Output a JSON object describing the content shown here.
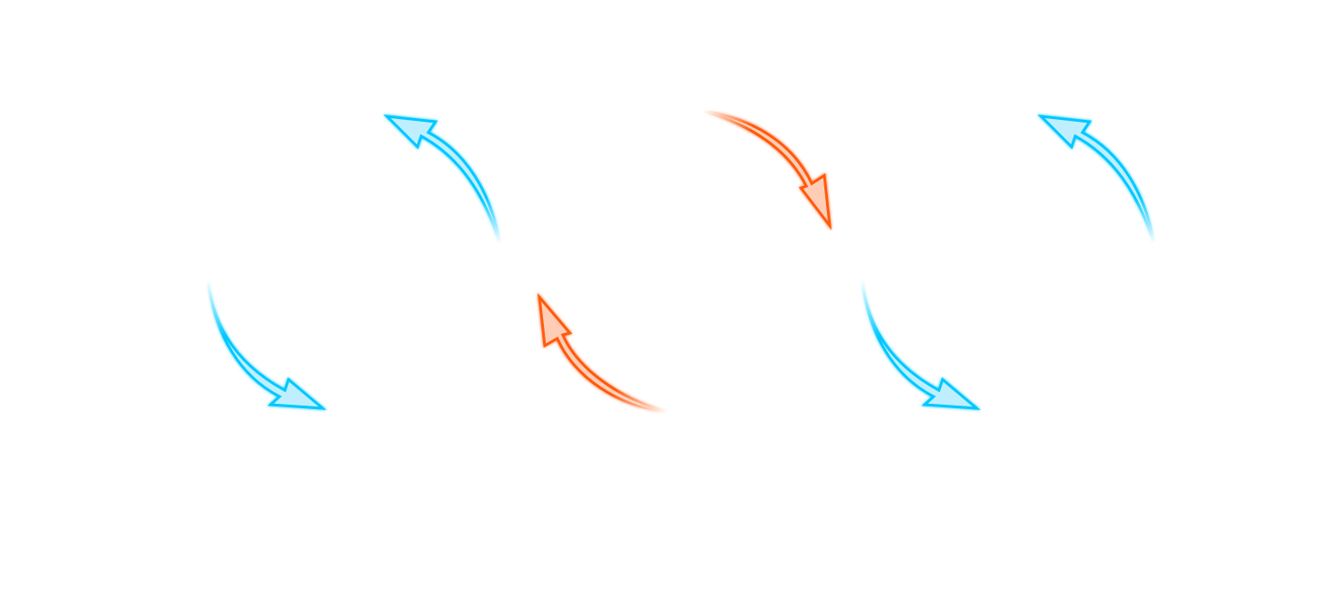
{
  "colors": {
    "blue_stroke": "#00C8FF",
    "blue_fill": "#BFEFFF",
    "orange_stroke": "#FF5A0A",
    "orange_fill": "#FFCDB5",
    "background": "#FFFFFF"
  },
  "arrows": [
    {
      "name": "blue-arrow-lower-left",
      "color": "blue",
      "direction": "clockwise-down-right"
    },
    {
      "name": "blue-arrow-upper-left",
      "color": "blue",
      "direction": "counterclockwise-up-left"
    },
    {
      "name": "orange-arrow-lower-middle",
      "color": "orange",
      "direction": "clockwise-up-left"
    },
    {
      "name": "orange-arrow-upper-middle",
      "color": "orange",
      "direction": "clockwise-down-right"
    },
    {
      "name": "blue-arrow-lower-right",
      "color": "blue",
      "direction": "clockwise-down-right"
    },
    {
      "name": "blue-arrow-upper-right",
      "color": "blue",
      "direction": "counterclockwise-up-left"
    }
  ]
}
